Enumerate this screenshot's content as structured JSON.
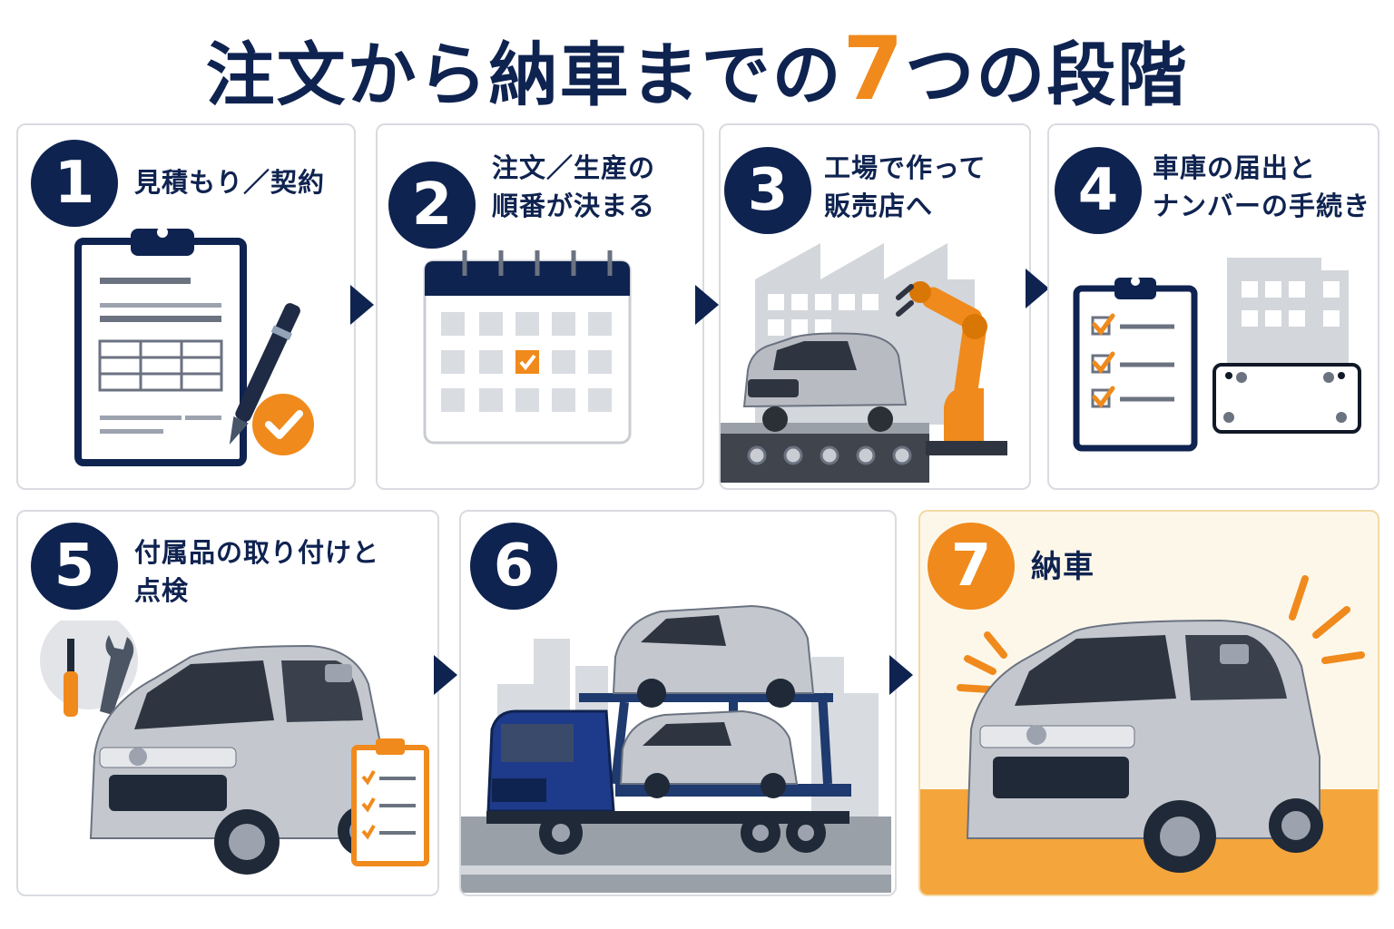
{
  "title": {
    "main": "注文から納車までの",
    "number": "7",
    "suffix": "つの段階"
  },
  "colors": {
    "navy": "#0f2350",
    "orange": "#f08a1c",
    "gray": "#c9ccd2"
  },
  "steps": [
    {
      "number": "1",
      "lines": [
        "見積もり／契約"
      ],
      "icon": "clipboard-contract-icon"
    },
    {
      "number": "2",
      "lines": [
        "注文／生産の",
        "順番が決まる"
      ],
      "icon": "calendar-icon"
    },
    {
      "number": "3",
      "lines": [
        "工場で作って",
        "販売店へ"
      ],
      "icon": "factory-robot-icon"
    },
    {
      "number": "4",
      "lines": [
        "車庫の届出と",
        "ナンバーの手続き"
      ],
      "icon": "checklist-plate-icon"
    },
    {
      "number": "5",
      "lines": [
        "付属品の取り付けと",
        "点検"
      ],
      "icon": "car-tools-icon"
    },
    {
      "number": "6",
      "lines": [],
      "icon": "car-carrier-truck-icon"
    },
    {
      "number": "7",
      "lines": [
        "納車"
      ],
      "icon": "delivered-car-icon"
    }
  ]
}
